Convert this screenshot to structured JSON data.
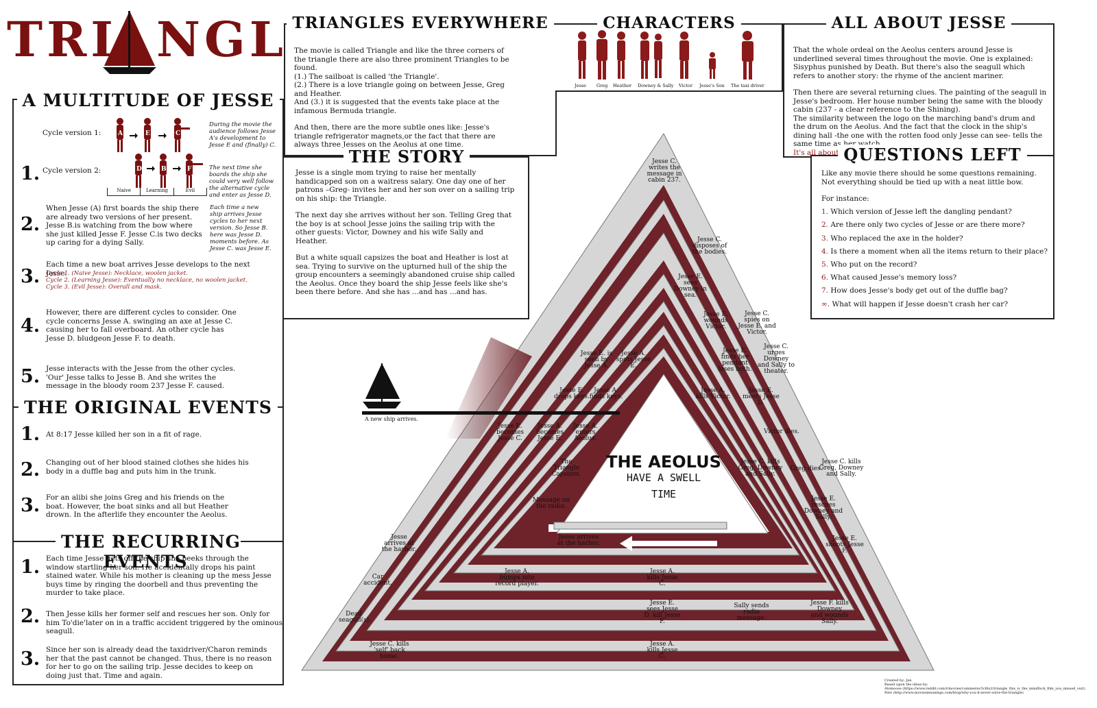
{
  "logo": {
    "text_left": "TRI",
    "text_right": "NGLE"
  },
  "multitude": {
    "title": "A MULTITUDE OF JESSE",
    "cycle1_label": "Cycle version 1:",
    "cycle2_label": "Cycle version 2:",
    "cycle1_figures": [
      "A",
      "E",
      "C"
    ],
    "cycle2_figures": [
      "D",
      "B",
      "F"
    ],
    "cycle2_captions": [
      "Naive",
      "Learning",
      "Evil"
    ],
    "cycle1_note": "During the movie the audience follows Jesse A's development to Jesse E and (finally) C.",
    "cycle2_note": "The next time she boards the ship she could very well follow the alternative cycle and enter as Jesse D.",
    "item2": "When Jesse (A) first boards the ship there are already two versions of her present. Jesse B.is watching from the bow where she just killed Jesse F. Jesse C.is two decks up caring for a dying Sally.",
    "item2_note": "Each time a new ship arrives Jesse cycles to her next version. So Jesse B. here was Jesse D. moments before. As Jesse C. was Jesse E.",
    "item3": "Each time a new boat arrives Jesse develops to the next Jesse:",
    "item3_lines": [
      "Cycle 1. (Naive Jesse): Necklace, woolen jacket.",
      "Cycle 2. (Learning Jesse): Eventually no necklace, no woolen jacket.",
      "Cycle 3. (Evil Jesse): Overall and mask."
    ],
    "item4": "However, there are different cycles to consider. One cycle concerns Jesse A. swinging an axe at Jesse C. causing her to fall overboard. An other cycle has Jesse D. bludgeon Jesse F. to death.",
    "item5": "Jesse interacts with the Jesse from the other cycles. 'Our' Jesse talks to Jesse B. And she writes the message in the bloody room 237 Jesse F. caused.",
    "numbers": [
      "1.",
      "2.",
      "3.",
      "4.",
      "5."
    ]
  },
  "original": {
    "title": "THE ORIGINAL EVENTS",
    "items": [
      "At 8:17 Jesse killed her son in a fit of rage.",
      "Changing out of her blood stained clothes she hides his body in a duffle bag and puts him in the trunk.",
      "For an alibi she joins Greg and his friends on the boat. However, the boat sinks and all but Heather drown. In the afterlife they encounter the Aeolus."
    ]
  },
  "recurring": {
    "title": "THE RECURRING EVENTS",
    "items": [
      "Each time Jesse gets off the ship she peeks through the window startling her son. He accidentally drops his paint stained water. While his mother is cleaning up the mess Jesse buys time by ringing the doorbell and thus preventing the murder to take place.",
      "Then Jesse kills her former self and rescues her son. Only for him To'die'later on in a traffic accident triggered by the ominous seagull.",
      "Since her son is already dead the taxidriver/Charon reminds her that the past cannot be changed. Thus, there is no reason for her to go on the sailing trip. Jesse decides to keep on doing just that. Time and again."
    ]
  },
  "everywhere": {
    "title": "TRIANGLES EVERYWHERE",
    "p1": "The movie is called Triangle and like the three corners of the triangle there are also three prominent Triangles to be found.",
    "l1": "(1.) The sailboat is called 'the Triangle'.",
    "l2": "(2.) There is a love triangle going on between Jesse, Greg and Heather.",
    "l3": "And (3.) it is suggested that the events take place at the infamous Bermuda triangle.",
    "p2": "And then, there are the more subtle ones like: Jesse's triangle refrigerator magnets,or the fact that there are always three Jesses on the Aeolus at one time."
  },
  "characters": {
    "title": "CHARACTERS",
    "names": [
      "Jesse",
      "Greg",
      "Heather",
      "Downey & Sally",
      "Victor",
      "Jesse's Son",
      "The taxi driver"
    ]
  },
  "about": {
    "title": "ALL ABOUT JESSE",
    "p1": "That the whole ordeal on the Aeolus centers around Jesse is underlined several times throughout the movie. One is explained: Sisyphus punished by Death. But there's also the seagull which refers to another story: the rhyme of the ancient mariner.",
    "p2": "Then there are several returning clues. The painting of the seagull in Jesse's bedroom. Her house number being the same with the bloody cabin (237 - a clear reference to the Shining).",
    "p3": "The similarity between the logo on the marching band's drum and the drum on the Aeolus. And the fact that the clock in the ship's dining hall -the one with the rotten food only Jesse can see- tells the same time as her watch.",
    "p4": "It's all about Jesse!"
  },
  "story": {
    "title": "THE STORY",
    "p1": "Jesse is a single mom trying to raise her mentally handicapped son on a waitress salary. One day one of her patrons –Greg- invites her and her son over on a sailing trip on his ship: the Triangle.",
    "p2": "The next day she arrives without her son. Telling Greg that the boy is at school Jesse joins the sailing trip with the other guests: Victor, Downey and his wife Sally and Heather.",
    "p3": "But a white squall capsizes the boat and Heather is lost at sea. Trying to survive on the upturned hull of the ship the group encounters a seemingly abandoned cruise ship called the Aeolus. Once they board the ship Jesse feels like she's been there before. And she has ...and has ...and has."
  },
  "questions": {
    "title": "QUESTIONS LEFT",
    "intro": "Like any movie there should be some questions remaining. Not everything should be tied up with a neat little bow.",
    "for_instance": "For instance:",
    "nums": [
      "1.",
      "2.",
      "3.",
      "4.",
      "5.",
      "6.",
      "7.",
      "∞."
    ],
    "items": [
      "Which version of Jesse left the dangling pendant?",
      "Are there only two cycles of Jesse or are there more?",
      "Who replaced the axe in the holder?",
      "Is there a moment when all the items return to their place?",
      "Who put on the record?",
      "What caused Jesse's memory loss?",
      "How does Jesse's body get out of the duffle bag?",
      "What will happen if Jesse doesn't crash her car?"
    ]
  },
  "diagram": {
    "center_title": "THE AEOLUS",
    "center_sub1": "HAVE A SWELL",
    "center_sub2": "TIME",
    "new_ship": "A new ship arrives.",
    "labels": {
      "top": "Jesse C. writes the message in cabin 237.",
      "disposes": "Jesse C. disposes of the bodies.",
      "sees_downey": "Jesse E. sees Downey in sea.",
      "wounds_victor": "Jesse E. wounds Victor.",
      "spies": "Jesse C. spies on Jesse E. and Victor.",
      "seen_by": "Jesse E. is seen by Jesse A.",
      "spots": "Jesse A. spots Jesse E.",
      "finds_pendant": "Jesse E. finds her pendant loses both.",
      "urges": "Jesse C. urges Downey and Sally to theater.",
      "drops_keys": "Jesse E. drops keys.",
      "finds_keys": "Jesse A. finds keys.",
      "kills_victor": "Jesse A. kills Victor.",
      "meets": "Jesse E. meets Jesse D.",
      "becomes_c": "Jesse E. becomes Jesse C.",
      "becomes_e": "Jesse A. becomes Jesse E.",
      "enters": "Jesse A. enters Aeolus.",
      "victor_dies": "Victor dies.",
      "capsizes": "The Triangle Capsizes.",
      "kills_greg_inner": "Jesse C. kills Greg, Downey and Sally.",
      "greg_dies": "Greg dies.",
      "kills_greg_outer": "Jesse C. kills Greg, Downey and Sally.",
      "message_radio": "Message on the radio.",
      "rescues": "Jesse E. rescues Downey and Sally.",
      "arrives_outer": "Jesse arrives at the harbor.",
      "arrives_inner": "Jesse arrives at the harbor.",
      "shoots": "Jesse E. shoots Jesse F.",
      "car_accident": "Car accident.",
      "bumps": "Jesse A. bumps into record player.",
      "kills_c1": "Jesse A. kills Jesse C.",
      "dead_seagull": "Dead seagull(s).",
      "sees_d_kill": "Jesse E. sees Jesse D. kill Jesse F.",
      "sally_radio": "Sally sends radio message.",
      "f_kills": "Jesse F. kills Downey and wounds Sally.",
      "kills_self": "Jesse C. kills 'self' back home.",
      "kills_c2": "Jesse A. kills Jesse C."
    }
  },
  "credits": {
    "l1": "Created by: Jan",
    "l2": "Based upon the ideas by:",
    "l3": "Atomoose (https://www.reddit.com/r/movies/comments/3c8ts2/triangle_this_is_the_mindfuck_film_you_missed_out/)",
    "l4": "Pete (http://www.moviesmeanings.com/blog/why-you-ll-never-solve-the-triangle)"
  },
  "colors": {
    "accent": "#8b1a1a",
    "maroon": "#6e2229",
    "stone": "#cfcfcf"
  }
}
